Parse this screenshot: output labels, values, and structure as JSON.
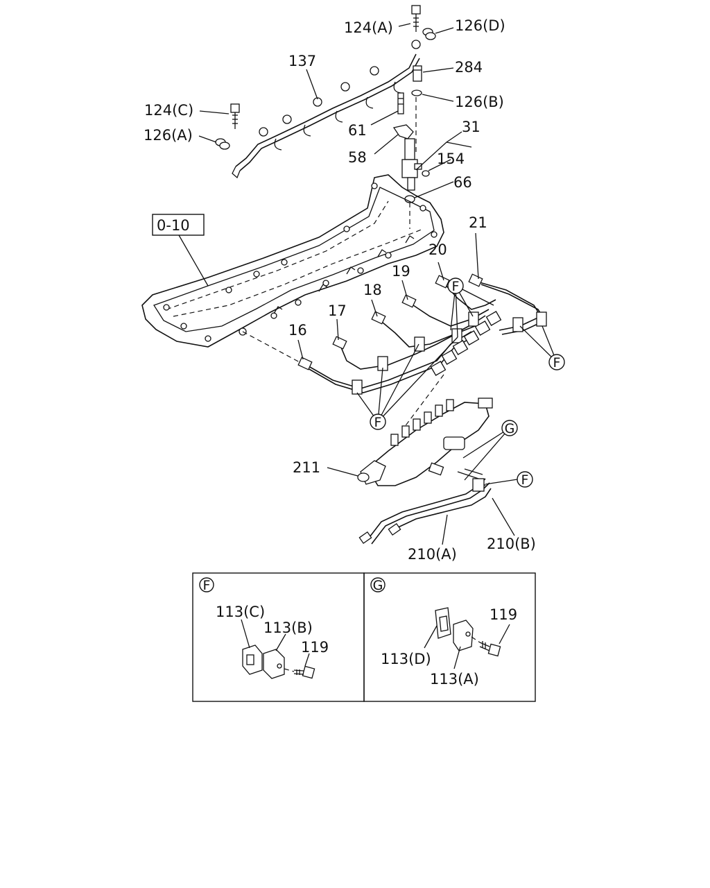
{
  "main_labels": {
    "l124A": "124(A)",
    "l126D": "126(D)",
    "l137": "137",
    "l284": "284",
    "l124C": "124(C)",
    "l126B": "126(B)",
    "l126A": "126(A)",
    "l61": "61",
    "l31": "31",
    "l58": "58",
    "l154": "154",
    "l66": "66",
    "l21": "21",
    "l20": "20",
    "l19": "19",
    "l18": "18",
    "l17": "17",
    "l16": "16",
    "l211": "211",
    "l210A": "210(A)",
    "l210B": "210(B)"
  },
  "reference_box": "0-10",
  "callouts": {
    "F": "F",
    "G": "G"
  },
  "detail_F": {
    "marker": "F",
    "l113C": "113(C)",
    "l113B": "113(B)",
    "l119": "119"
  },
  "detail_G": {
    "marker": "G",
    "l119": "119",
    "l113D": "113(D)",
    "l113A": "113(A)"
  }
}
